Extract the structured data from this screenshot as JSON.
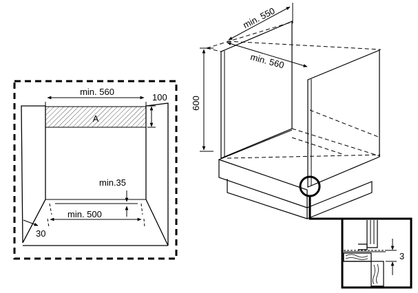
{
  "left_view": {
    "min_width_top": "min. 560",
    "side_clearance": "100",
    "area_label": "A",
    "min_gap": "min.35",
    "min_width_bottom": "min. 500",
    "bevel": "30"
  },
  "right_view": {
    "min_depth": "min. 550",
    "min_width": "min. 560",
    "height": "600"
  },
  "detail": {
    "offset": "3"
  }
}
